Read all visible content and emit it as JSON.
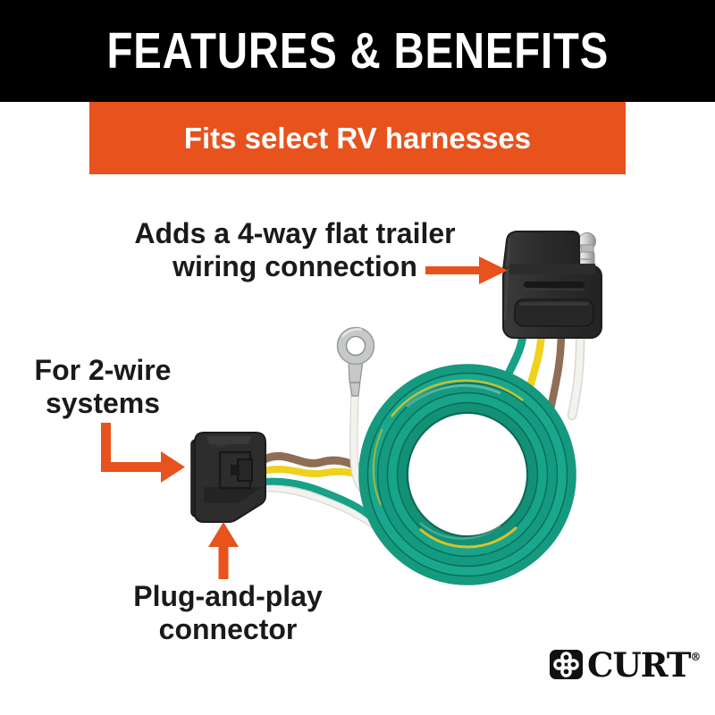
{
  "header": {
    "title": "FEATURES & BENEFITS"
  },
  "banner": {
    "text": "Fits select RV harnesses"
  },
  "annotations": {
    "four_way": {
      "line1": "Adds a 4-way flat trailer",
      "line2": "wiring connection"
    },
    "two_wire": {
      "line1": "For 2-wire",
      "line2": "systems"
    },
    "plug_play": {
      "line1": "Plug-and-play",
      "line2": "connector"
    }
  },
  "logo": {
    "brand": "CURT",
    "trademark": "®"
  },
  "icons": {
    "arrow_right": "arrow-right-icon",
    "arrow_elbow": "elbow-arrow-icon",
    "arrow_up": "up-arrow-icon",
    "logo_mark": "curt-clover-icon"
  },
  "colors": {
    "accent": "#E8521D",
    "header_bg": "#000000",
    "text": "#1A1A1A",
    "wire_green": "#17A187",
    "wire_green_dark": "#0B6B59",
    "wire_yellow": "#EFD11E",
    "wire_brown": "#8F6E55",
    "wire_white": "#F2F2EF",
    "wire_white_edge": "#D8D8D4",
    "connector_black": "#2D2D2D",
    "metal_silver": "#C6C9C7"
  }
}
